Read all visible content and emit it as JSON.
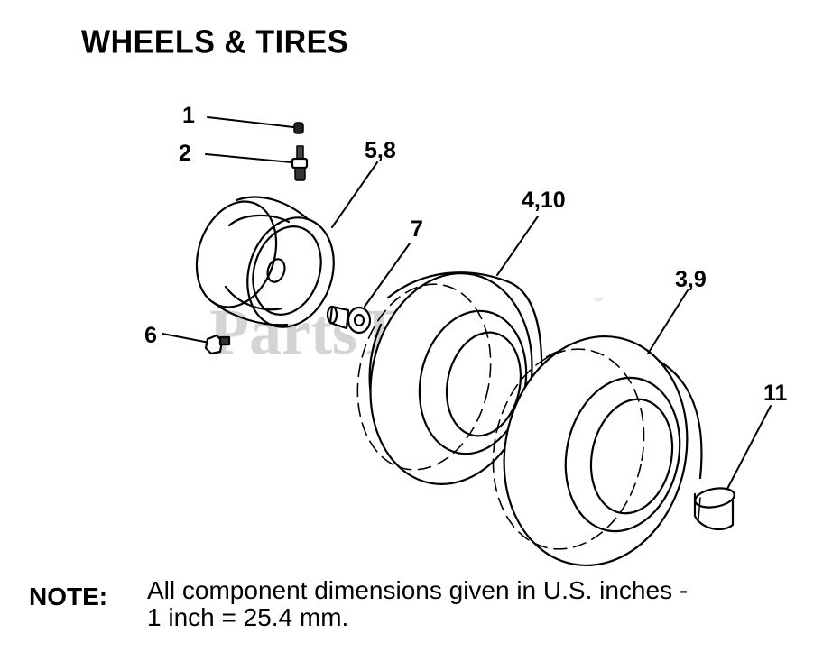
{
  "title": "WHEELS & TIRES",
  "watermark": {
    "text": "PartsTree",
    "trademark": "™"
  },
  "callouts": {
    "c1": "1",
    "c2": "2",
    "c58": "5,8",
    "c7": "7",
    "c410": "4,10",
    "c39": "3,9",
    "c6": "6",
    "c11": "11"
  },
  "note": {
    "label": "NOTE:",
    "line1": "All component dimensions given in U.S. inches -",
    "line2": "1 inch = 25.4 mm."
  },
  "colors": {
    "ink": "#000000",
    "watermark": "#d4d4d4",
    "background": "#ffffff"
  }
}
